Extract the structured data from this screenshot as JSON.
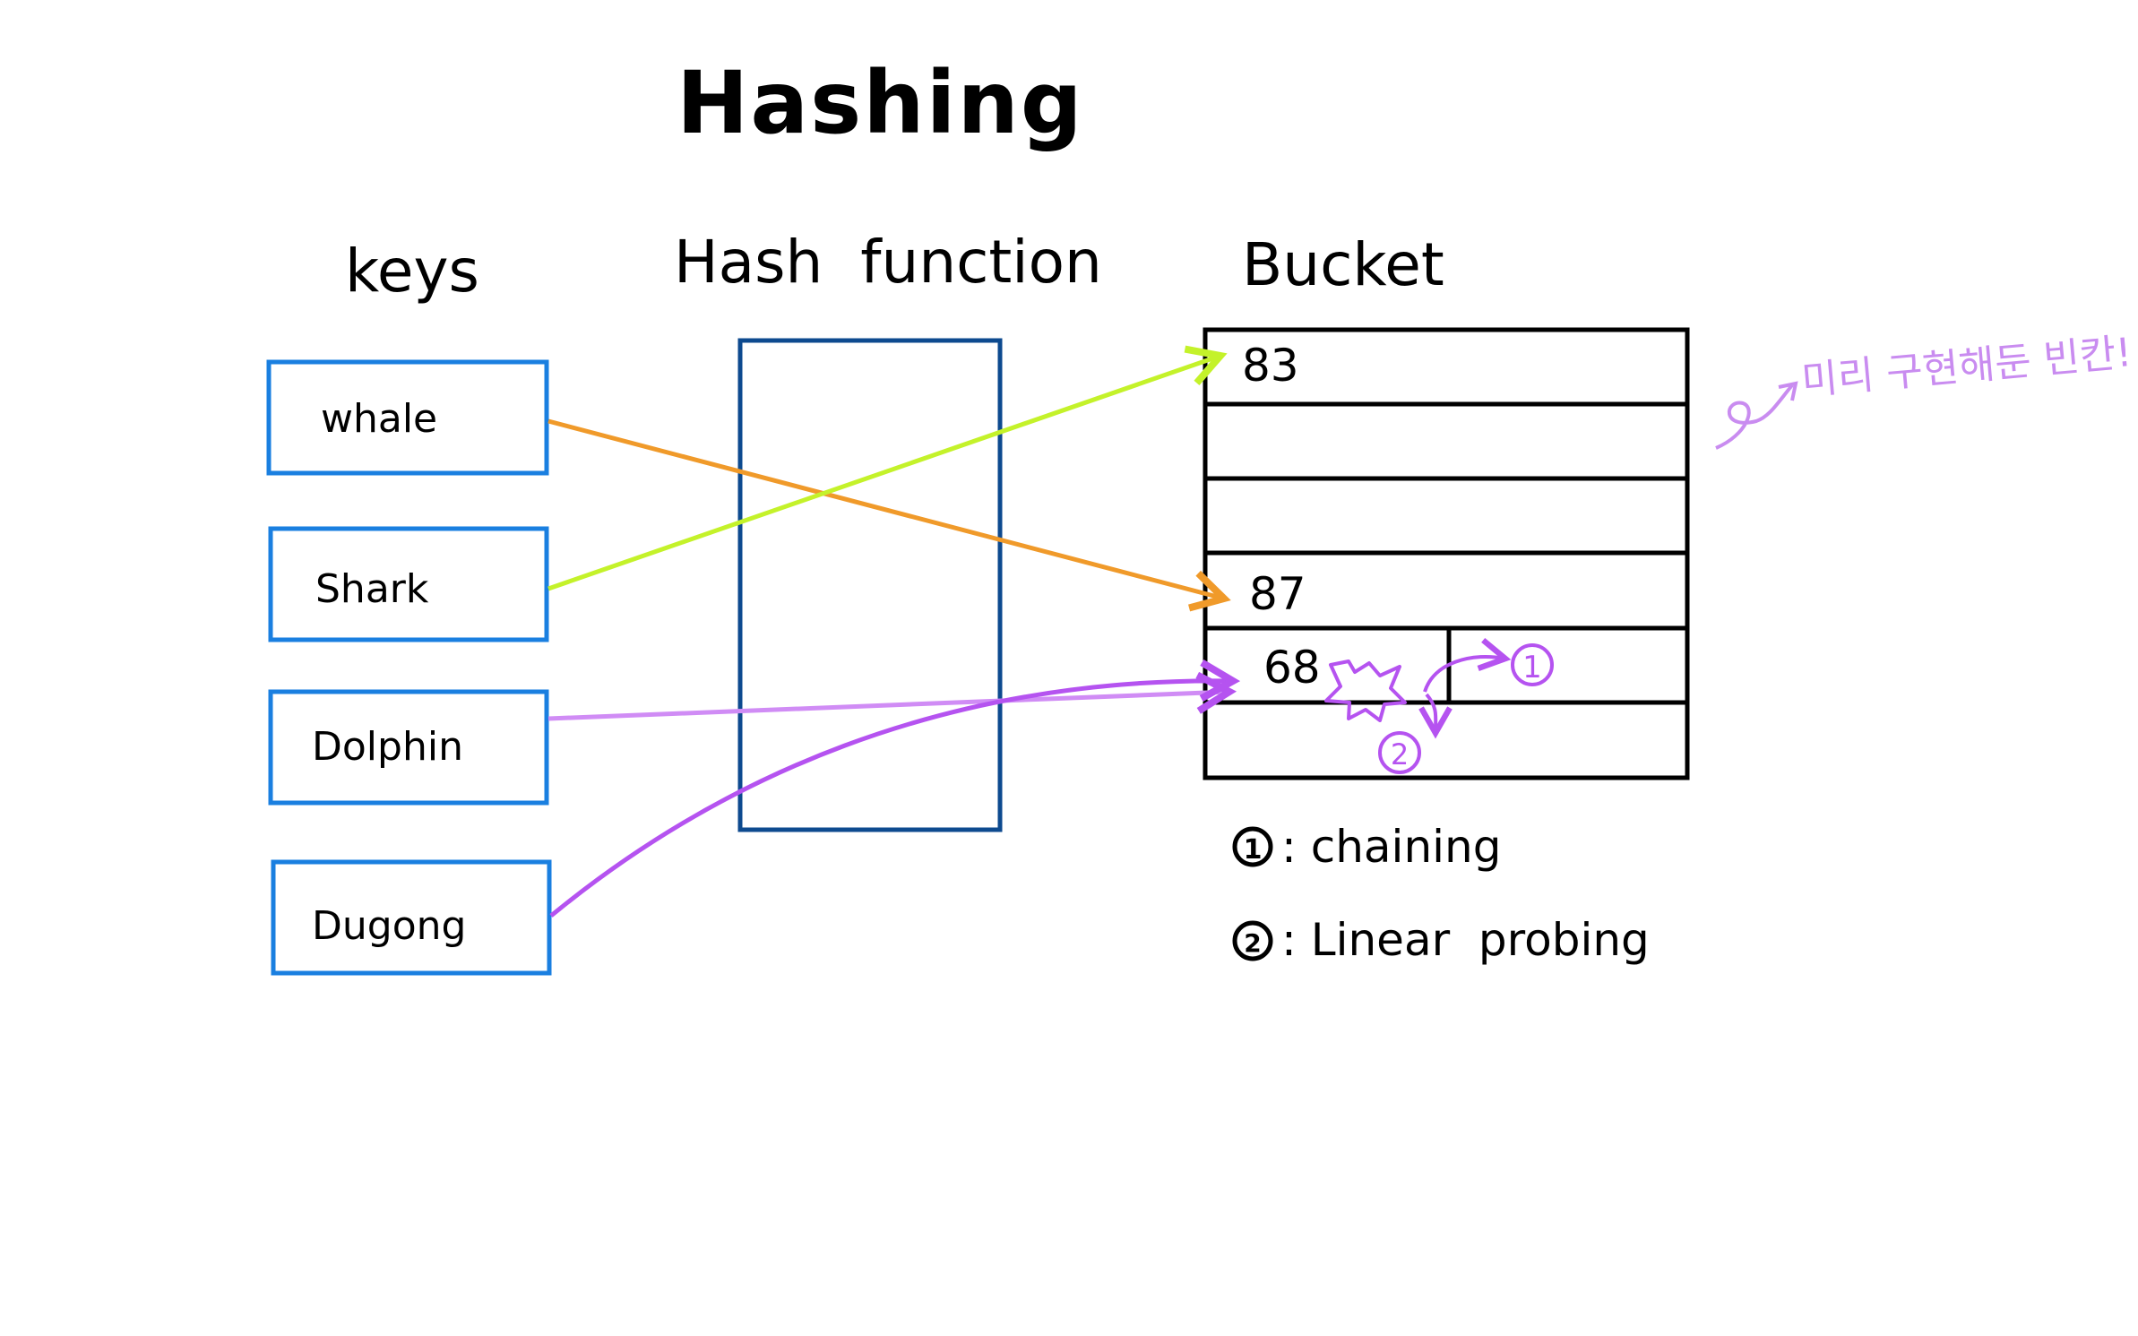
{
  "title": "Hashing",
  "headings": {
    "keys": "keys",
    "hash_function": "Hash  function",
    "bucket": "Bucket"
  },
  "keys": [
    {
      "label": "whale",
      "color": "#f09a2a",
      "target": "87"
    },
    {
      "label": "Shark",
      "color": "#c4f22a",
      "target": "83"
    },
    {
      "label": "Dolphin",
      "color": "#d08cf5",
      "target": "68"
    },
    {
      "label": "Dugong",
      "color": "#b553f0",
      "target": "68"
    }
  ],
  "bucket": {
    "values": [
      "83",
      "",
      "",
      "87",
      "68",
      ""
    ]
  },
  "collision": {
    "marker_1": "1",
    "marker_2": "2"
  },
  "legend": [
    {
      "marker": "1",
      "text": ": chaining"
    },
    {
      "marker": "2",
      "text": ": Linear  probing"
    }
  ],
  "note": "미리 구현해둔 빈칸!",
  "colors": {
    "key_box": "#1a7fe0",
    "hash_box": "#0d4a8f",
    "bucket_lines": "#000000",
    "annotation": "#b553f0",
    "note": "#c98cf0"
  }
}
